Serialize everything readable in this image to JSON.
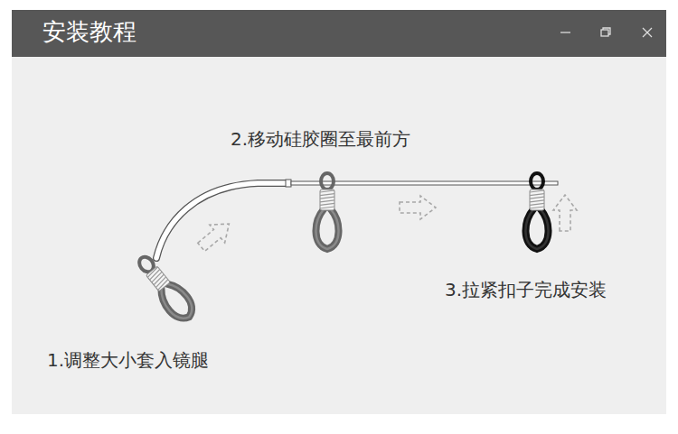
{
  "diagram": {
    "title": "安装教程",
    "labels": [
      "2.移动硅胶圈至最前方",
      "3.拉紧扣子完成安装",
      "1.调整大小套入镜腿"
    ]
  }
}
